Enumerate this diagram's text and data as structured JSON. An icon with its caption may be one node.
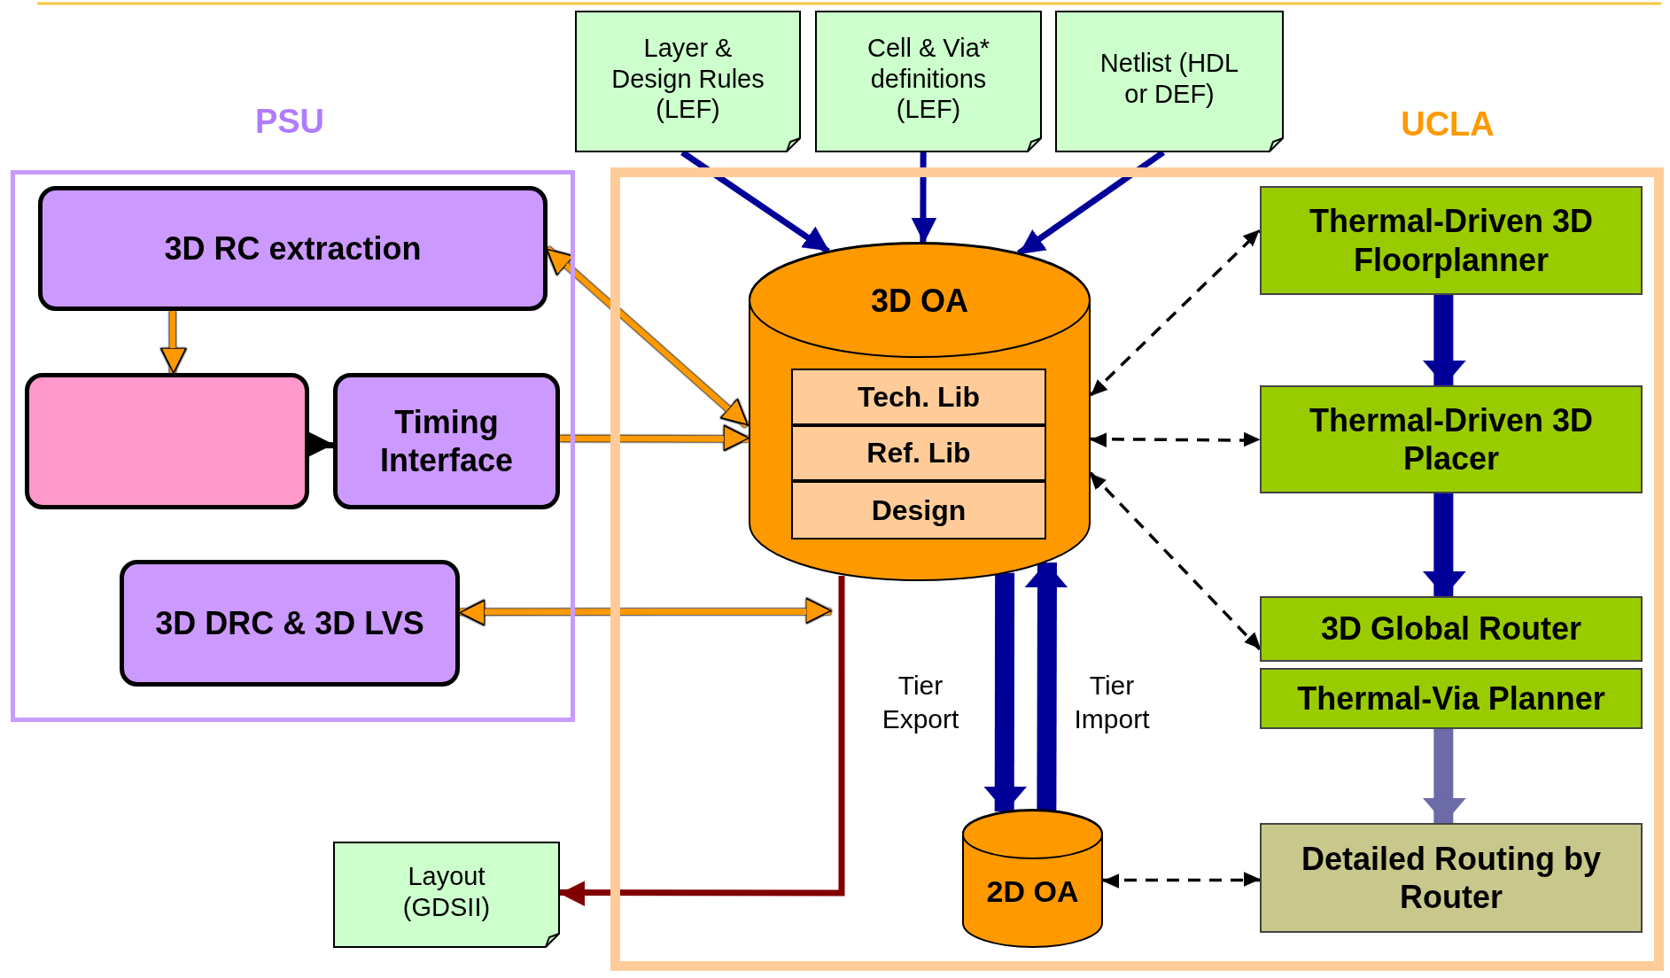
{
  "diagram": {
    "nodes": [
      {
        "text": [
          "PSU"
        ]
      },
      {
        "text": [
          "UCLA"
        ]
      },
      {
        "text": [
          "3D RC extraction"
        ],
        "in": 0
      },
      {
        "text": [],
        "shape": "box",
        "in": 0
      },
      {
        "text": [
          "Timing Interface"
        ],
        "in": 0
      },
      {
        "text": [
          "3D DRC & 3D LVS"
        ],
        "in": 0
      },
      {
        "text": [
          "Layer & Design Rules (LEF)"
        ]
      },
      {
        "text": [
          "Cell & Via* definitions (LEF)"
        ]
      },
      {
        "text": [
          "Netlist (HDL or DEF)"
        ]
      },
      {
        "text": [
          "3D OA"
        ],
        "in": 1
      },
      {
        "text": [
          "Tech. Lib"
        ],
        "in": 9
      },
      {
        "text": [
          "Ref. Lib"
        ],
        "in": 9
      },
      {
        "text": [
          "Design"
        ],
        "in": 9
      },
      {
        "text": [
          "Thermal-Driven 3D Floorplanner"
        ],
        "in": 1
      },
      {
        "text": [
          "Thermal-Driven 3D Placer"
        ],
        "in": 1
      },
      {
        "text": [
          "3D Global Router"
        ],
        "in": 1
      },
      {
        "text": [
          "Thermal-Via Planner"
        ],
        "in": 1
      },
      {
        "text": [
          "Detailed Routing by Router"
        ],
        "in": 1
      },
      {
        "text": [
          "2D OA"
        ],
        "in": 1
      },
      {
        "text": [
          "Layout (GDSII)"
        ]
      }
    ],
    "edges": [
      {
        "from": 6,
        "to": 9,
        "arrow": "to"
      },
      {
        "from": 7,
        "to": 9,
        "arrow": "to"
      },
      {
        "from": 8,
        "to": 9,
        "arrow": "to"
      },
      {
        "from": 2,
        "to": 9,
        "arrow": "both",
        "color": "#ff9900"
      },
      {
        "from": 2,
        "to": 3,
        "arrow": "to",
        "color": "#ff9900"
      },
      {
        "from": 3,
        "to": 4,
        "arrow": "to",
        "color": "#000000"
      },
      {
        "from": 4,
        "to": 9,
        "arrow": "to",
        "color": "#ff9900"
      },
      {
        "from": 5,
        "to": 9,
        "arrow": "both",
        "color": "#ff9900"
      },
      {
        "from": 9,
        "to": 13,
        "arrow": "both",
        "style": "dashed",
        "color": "#000000"
      },
      {
        "from": 9,
        "to": 14,
        "arrow": "both",
        "style": "dashed",
        "color": "#000000"
      },
      {
        "from": 9,
        "to": 15,
        "arrow": "both",
        "style": "dashed",
        "color": "#000000"
      },
      {
        "from": 13,
        "to": 14,
        "arrow": "to",
        "style": "thick"
      },
      {
        "from": 14,
        "to": 15,
        "arrow": "to",
        "style": "thick"
      },
      {
        "from": 16,
        "to": 17,
        "arrow": "to",
        "style": "thick",
        "color": "#6b6ba8"
      },
      {
        "from": 9,
        "to": 18,
        "arrow": "to",
        "style": "thick",
        "label": "Tier Export"
      },
      {
        "from": 18,
        "to": 9,
        "arrow": "to",
        "style": "thick",
        "label": "Tier Import"
      },
      {
        "from": 18,
        "to": 17,
        "arrow": "both",
        "style": "dashed",
        "color": "#000000"
      },
      {
        "from": 9,
        "to": 19,
        "arrow": "to",
        "color": "#800000"
      }
    ]
  }
}
